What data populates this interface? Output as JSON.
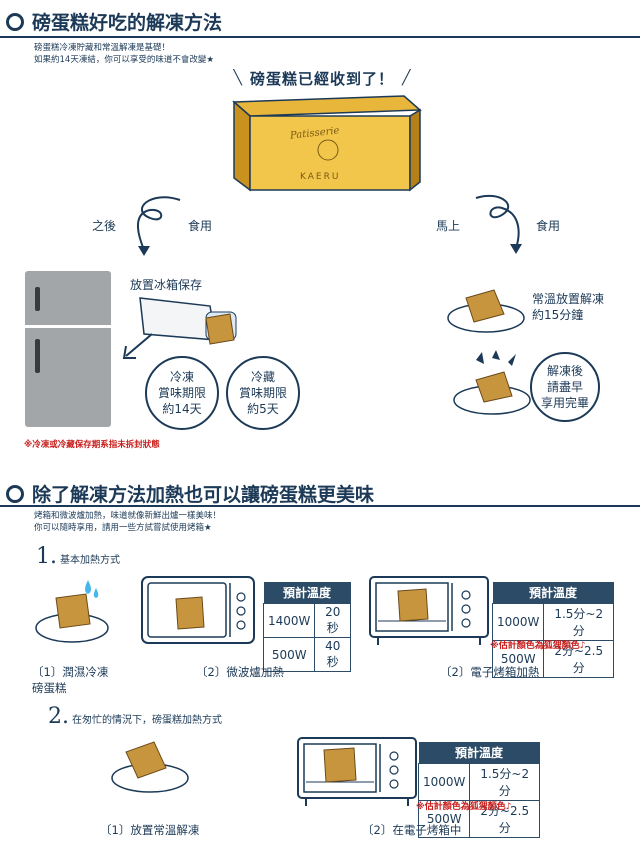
{
  "section1": {
    "title": "磅蛋糕好吃的解凍方法",
    "intro_lines": [
      "磅蛋糕冷凍貯藏和常溫解凍是基礎！",
      "如果約14天凍結，你可以享受的味道不會改變★"
    ],
    "banner": "磅蛋糕已經收到了！",
    "box_logo": "Patisserie",
    "box_brand": "KAERU",
    "left_label_a": "之後",
    "left_label_b": "食用",
    "right_label_a": "馬上",
    "right_label_b": "食用",
    "fridge_label": "放置冰箱保存",
    "frozen_circle": [
      "冷凍",
      "賞味期限",
      "約14天"
    ],
    "chilled_circle": [
      "冷藏",
      "賞味期限",
      "約5天"
    ],
    "fridge_note": "※冷凍或冷藏保存期系指未拆封狀態",
    "room_text": [
      "常溫放置解凍",
      "約15分鐘"
    ],
    "after_circle": [
      "解凍後",
      "請盡早",
      "享用完畢"
    ]
  },
  "section2": {
    "title": "除了解凍方法加熱也可以讓磅蛋糕更美味",
    "intro_lines": [
      "烤箱和微波爐加熱，味道就像新鮮出爐一樣美味！",
      "你可以隨時享用，請用一些方試嘗試使用烤箱★"
    ],
    "step1_num": "1.",
    "step1_text": "基本加熱方式",
    "table_header": "預計溫度",
    "micro_rows": [
      [
        "1400W",
        "20秒"
      ],
      [
        "500W",
        "40秒"
      ]
    ],
    "oven_rows": [
      [
        "1000W",
        "1.5分~2分"
      ],
      [
        "500W",
        "2分~2.5分"
      ]
    ],
    "oven_note": "※估計顏色為狐狸顏色♪",
    "cap1": "〔1〕潤濕冷凍",
    "cap1b": "磅蛋糕",
    "cap2": "〔2〕微波爐加熱",
    "cap3": "〔2〕電子烤箱加熱",
    "step2_num": "2.",
    "step2_text": "在匆忙的情況下，磅蛋糕加熱方式",
    "oven2_rows": [
      [
        "1000W",
        "1.5分~2分"
      ],
      [
        "500W",
        "2分~2.5分"
      ]
    ],
    "oven2_note": "※估計顏色為狐狸顏色♪",
    "cap4": "〔1〕放置常溫解凍",
    "cap5": "〔2〕在電子烤箱中"
  }
}
